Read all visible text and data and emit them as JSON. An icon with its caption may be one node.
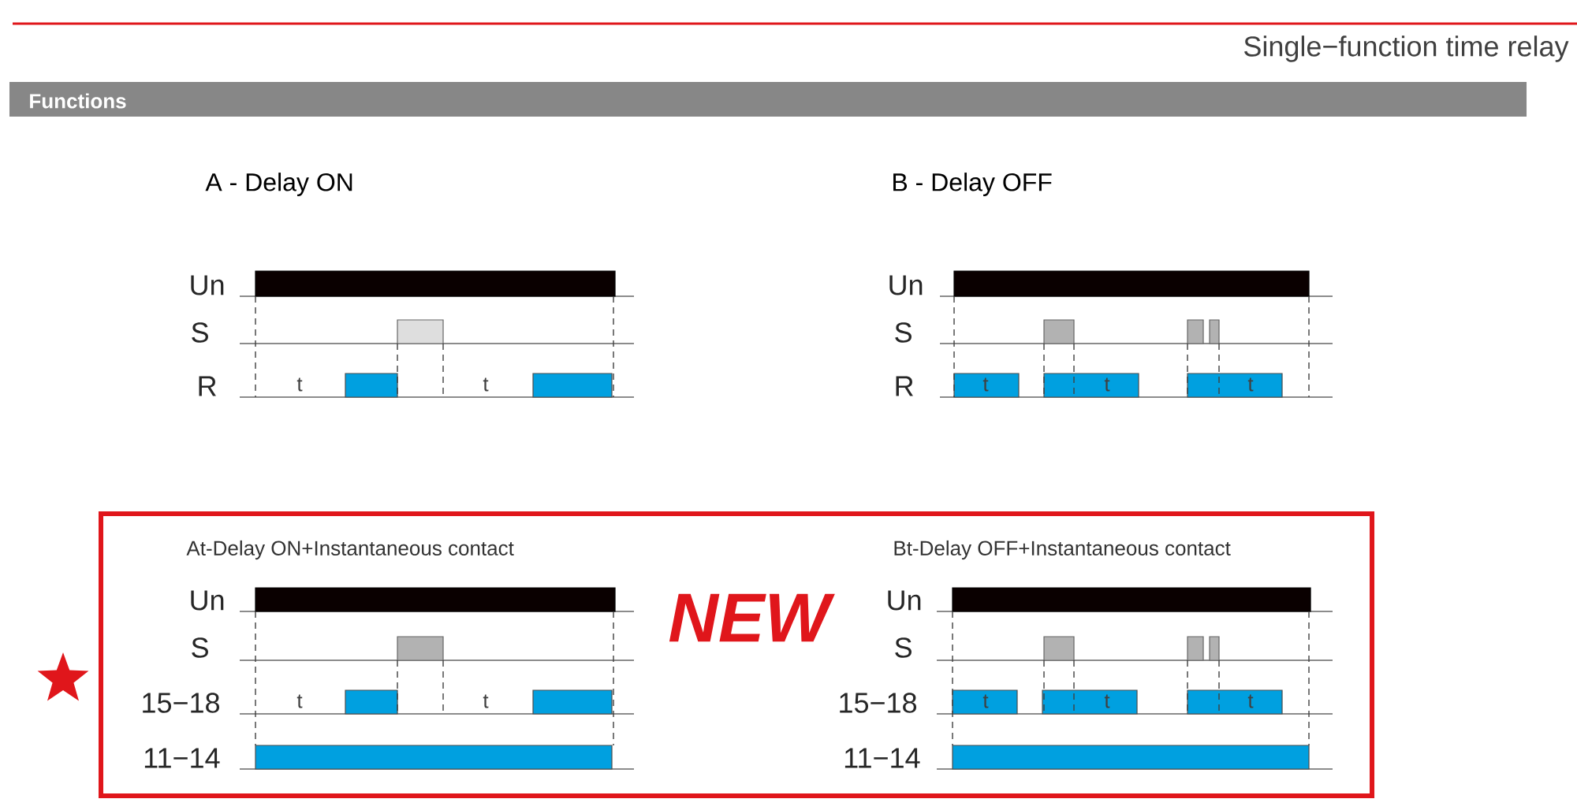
{
  "diagram": {
    "title": "Single−function time relay",
    "labels": [
      "Functions",
      "A - Delay ON",
      "B - Delay OFF",
      "Un",
      "S",
      "R",
      "t",
      "t",
      "Un",
      "S",
      "R",
      "t",
      "t",
      "t",
      "At-Delay ON+Instantaneous contact",
      "Bt-Delay OFF+Instantaneous contact",
      "Un",
      "S",
      "15−18",
      "11−14",
      "t",
      "t",
      "NEW",
      "Un",
      "S",
      "15−18",
      "11−14",
      "t",
      "t",
      "t"
    ]
  }
}
